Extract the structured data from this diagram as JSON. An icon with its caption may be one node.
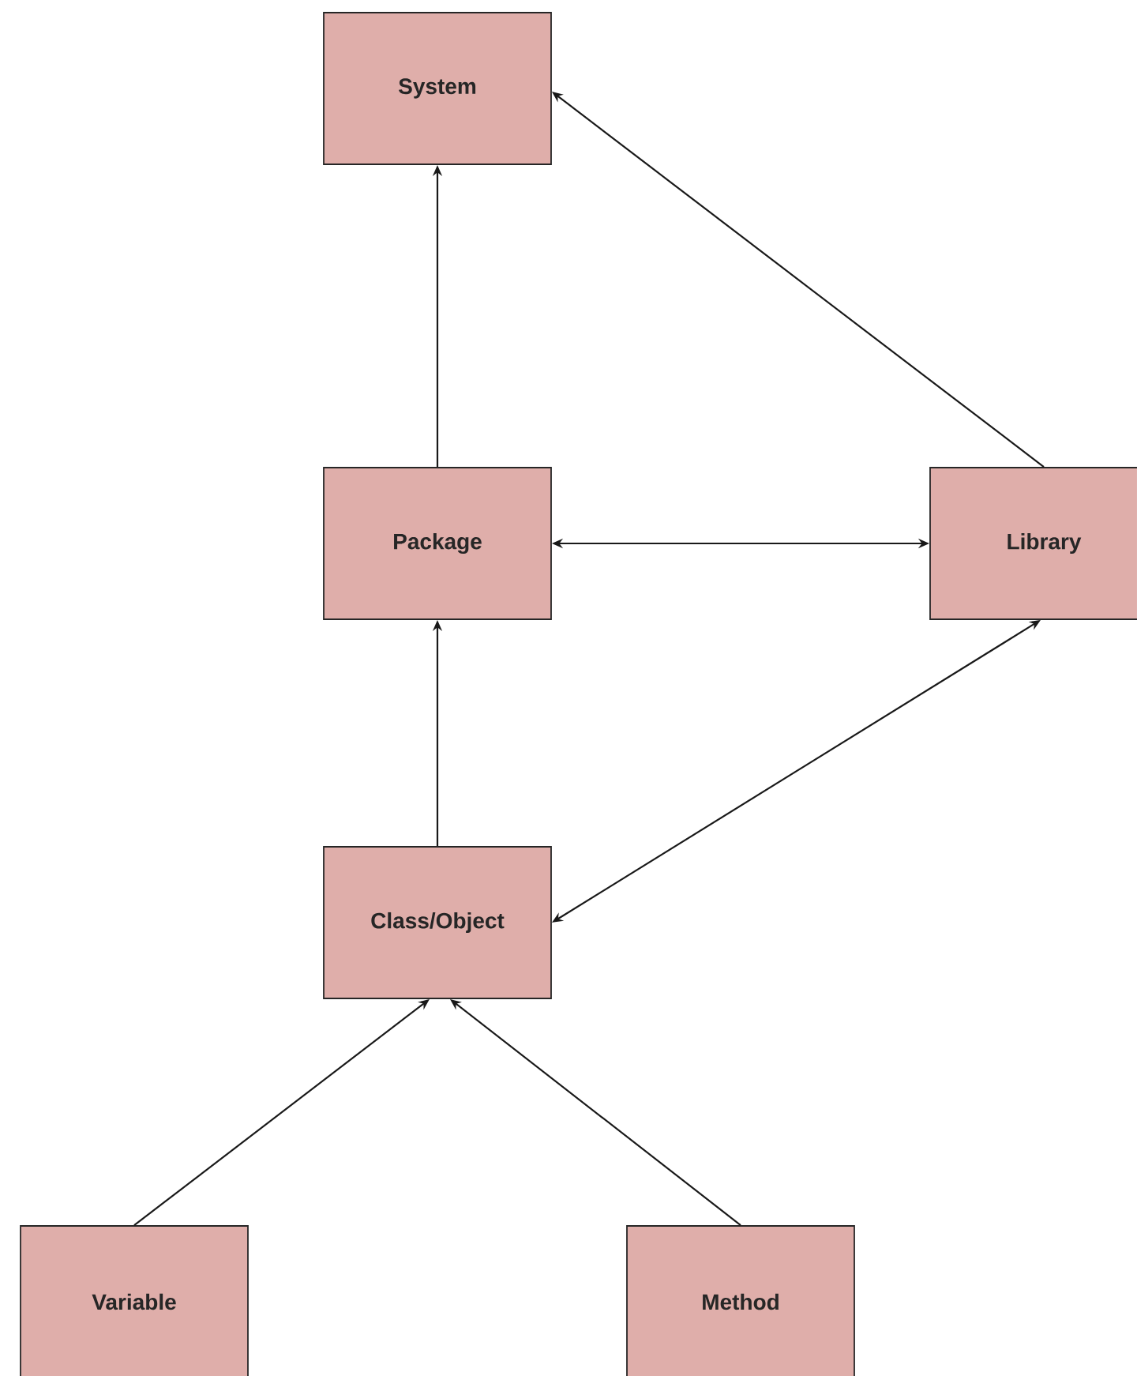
{
  "diagram": {
    "nodes": [
      {
        "text": [
          "System"
        ]
      },
      {
        "text": [
          "Package"
        ]
      },
      {
        "text": [
          "Library"
        ]
      },
      {
        "text": [
          "Class/Object"
        ]
      },
      {
        "text": [
          "Variable"
        ]
      },
      {
        "text": [
          "Method"
        ]
      }
    ],
    "edges": [
      {
        "from": 1,
        "to": 0,
        "arrow": "to"
      },
      {
        "from": 2,
        "to": 0,
        "arrow": "to"
      },
      {
        "from": 1,
        "to": 2,
        "arrow": "both"
      },
      {
        "from": 3,
        "to": 1,
        "arrow": "to"
      },
      {
        "from": 3,
        "to": 2,
        "arrow": "both"
      },
      {
        "from": 4,
        "to": 3,
        "arrow": "to"
      },
      {
        "from": 5,
        "to": 3,
        "arrow": "to"
      }
    ]
  }
}
